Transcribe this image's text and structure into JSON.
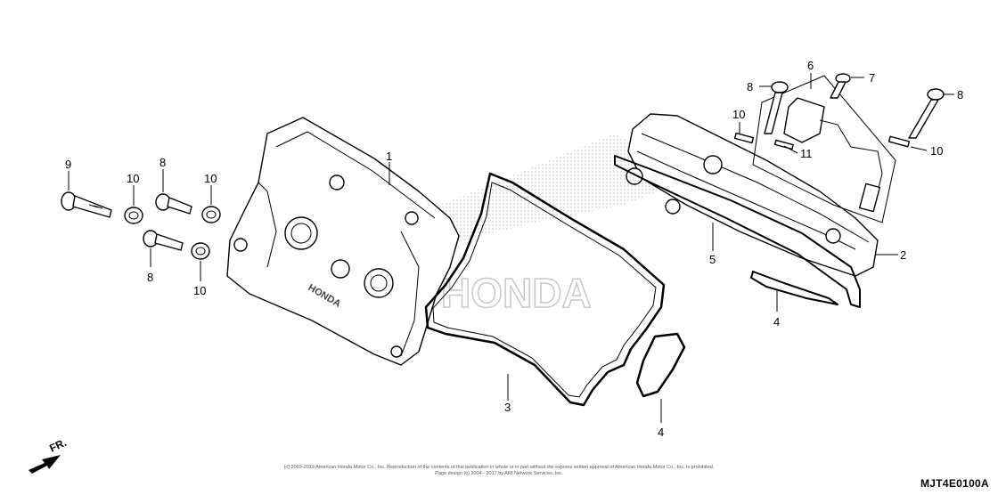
{
  "diagram": {
    "callouts": [
      {
        "id": "c1",
        "text": "1"
      },
      {
        "id": "c2",
        "text": "2"
      },
      {
        "id": "c3",
        "text": "3"
      },
      {
        "id": "c4a",
        "text": "4"
      },
      {
        "id": "c4b",
        "text": "4"
      },
      {
        "id": "c5",
        "text": "5"
      },
      {
        "id": "c6",
        "text": "6"
      },
      {
        "id": "c7",
        "text": "7"
      },
      {
        "id": "c8a",
        "text": "8"
      },
      {
        "id": "c8b",
        "text": "8"
      },
      {
        "id": "c8c",
        "text": "8"
      },
      {
        "id": "c8d",
        "text": "8"
      },
      {
        "id": "c9",
        "text": "9"
      },
      {
        "id": "c10a",
        "text": "10"
      },
      {
        "id": "c10b",
        "text": "10"
      },
      {
        "id": "c10c",
        "text": "10"
      },
      {
        "id": "c10d",
        "text": "10"
      },
      {
        "id": "c10e",
        "text": "10"
      },
      {
        "id": "c11",
        "text": "11"
      }
    ],
    "front_marker": "FR.",
    "watermark": "HONDA",
    "cover_emboss": "HONDA",
    "copyright_line1": "(c) 2003-2019 American Honda Motor Co., Inc. Reproduction of the contents of this publication in whole or in part without the express written approval of American Honda Motor Co., Inc. is prohibited.",
    "copyright_line2": "Page design (c) 2004 - 2017 by ARI Network Services, Inc.",
    "diagram_code": "MJT4E0100A"
  },
  "colors": {
    "line": "#000000",
    "watermark": "#cfcfcf",
    "background": "#ffffff"
  }
}
